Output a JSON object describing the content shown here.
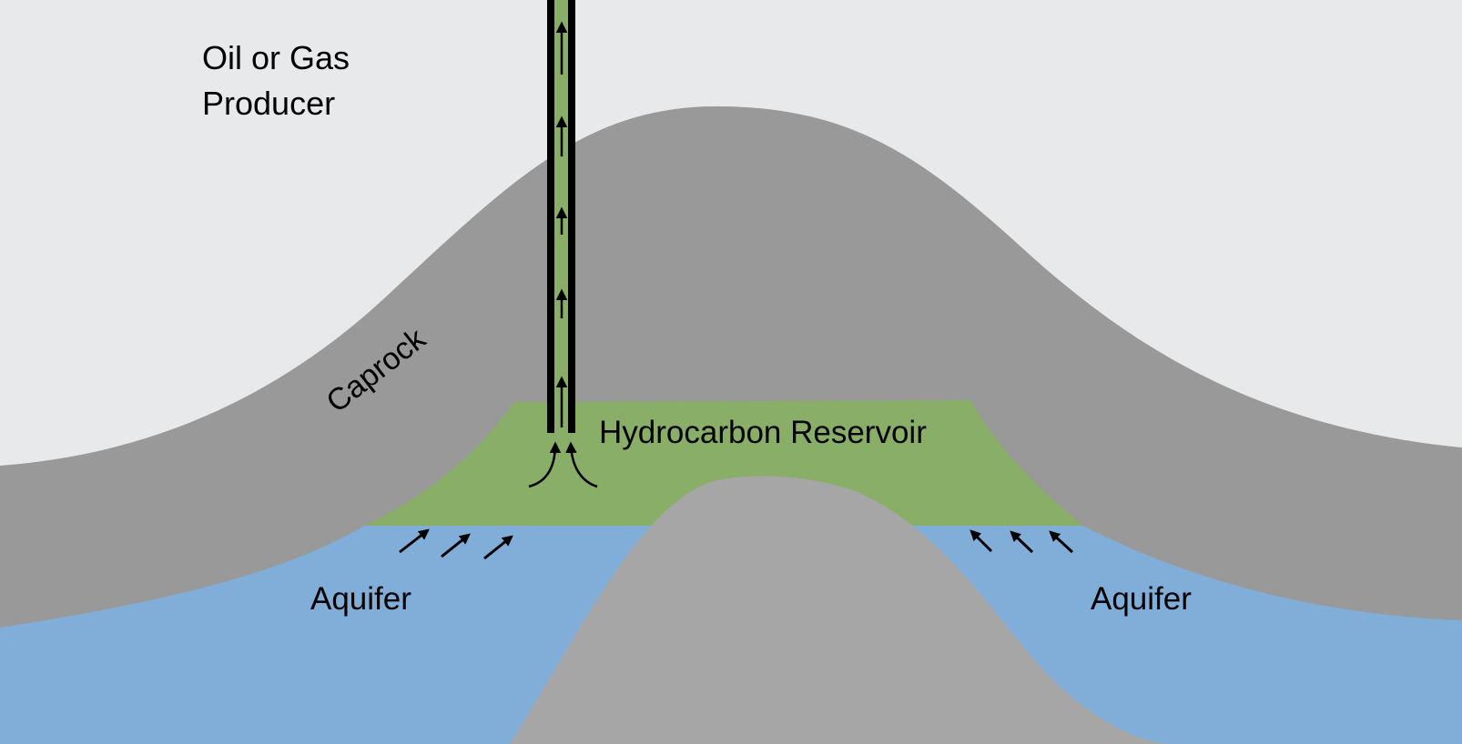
{
  "title": "Hydrocarbon reservoir with aquifer drive",
  "colors": {
    "sky": "#e8e9eb",
    "caprock": "#999999",
    "reservoir": "#89ae67",
    "aquifer": "#80aed9",
    "basement": "#a6a6a6",
    "well_casing": "#000000",
    "arrow": "#000000"
  },
  "labels": {
    "producer_line1": "Oil or Gas",
    "producer_line2": "Producer",
    "caprock": "Caprock",
    "reservoir": "Hydrocarbon Reservoir",
    "aquifer_left": "Aquifer",
    "aquifer_right": "Aquifer"
  },
  "icons": {
    "well_flow_arrows": "up-arrow",
    "inflow_arrows": "curved-up-arrow",
    "aquifer_left_arrows": "up-right-arrow",
    "aquifer_right_arrows": "up-left-arrow"
  }
}
